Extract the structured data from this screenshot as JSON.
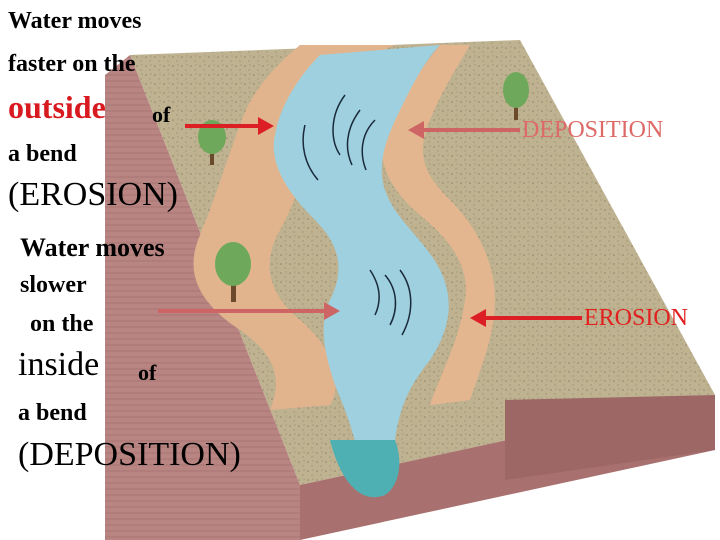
{
  "labels": {
    "outside_line1": "Water moves",
    "outside_line2": "faster on the",
    "outside_word": "outside",
    "outside_of": "of",
    "outside_line4": "a bend",
    "outside_line5": "(EROSION)",
    "inside_line1": "Water moves",
    "inside_line2": "slower",
    "inside_line3": "on the",
    "inside_word": "inside",
    "inside_of": "of",
    "inside_line5": "a bend",
    "inside_line6": "(DEPOSITION)",
    "right_deposition": "DEPOSITION",
    "right_erosion": "EROSION"
  },
  "colors": {
    "arrow_red": "#dc1f25",
    "arrow_pink": "#cd6565",
    "water": "#9fd1e0",
    "land": "#bdb08f",
    "bank": "#e3b58e",
    "block_side": "#b5807d"
  }
}
